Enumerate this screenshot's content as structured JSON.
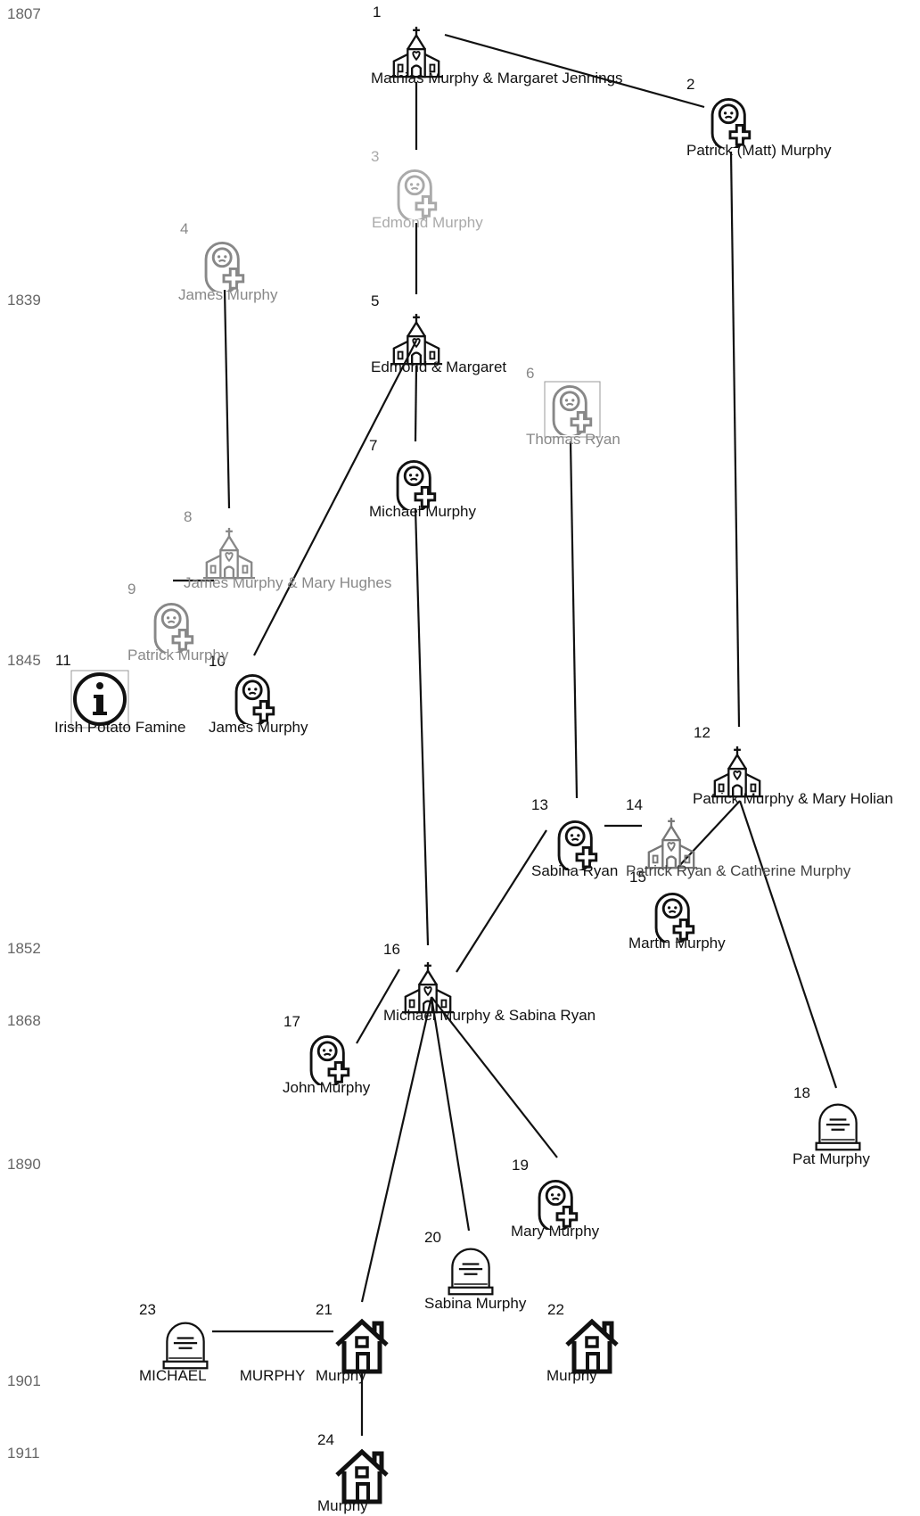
{
  "years": [
    "1807",
    "1839",
    "1845",
    "1852",
    "1868",
    "1890",
    "1901",
    "1911"
  ],
  "nodes": [
    {
      "num": "1",
      "label": "Mathias Murphy & Margaret Jennings",
      "icon": "church-icon"
    },
    {
      "num": "2",
      "label": "Patrick (Matt) Murphy",
      "icon": "baby-icon"
    },
    {
      "num": "3",
      "label": "Edmond Murphy",
      "icon": "baby-icon"
    },
    {
      "num": "4",
      "label": "James Murphy",
      "icon": "baby-icon"
    },
    {
      "num": "5",
      "label": "Edmond & Margaret",
      "icon": "church-icon"
    },
    {
      "num": "6",
      "label": "Thomas Ryan",
      "icon": "baby-icon"
    },
    {
      "num": "7",
      "label": "Michael Murphy",
      "icon": "baby-icon"
    },
    {
      "num": "8",
      "label": "James Murphy & Mary Hughes",
      "icon": "church-icon"
    },
    {
      "num": "9",
      "label": "Patrick Murphy",
      "icon": "baby-icon"
    },
    {
      "num": "10",
      "label": "James Murphy",
      "icon": "baby-icon"
    },
    {
      "num": "11",
      "label": "Irish Potato Famine",
      "icon": "info-icon"
    },
    {
      "num": "12",
      "label": "Patrick Murphy & Mary Holian",
      "icon": "church-icon"
    },
    {
      "num": "13",
      "label": "Sabina Ryan",
      "icon": "baby-icon"
    },
    {
      "num": "14",
      "label": "Patrick Ryan & Catherine Murphy",
      "icon": "church-icon"
    },
    {
      "num": "15",
      "label": "Martin Murphy",
      "icon": "baby-icon"
    },
    {
      "num": "16",
      "label": "Michael Murphy & Sabina Ryan",
      "icon": "church-icon"
    },
    {
      "num": "17",
      "label": "John Murphy",
      "icon": "baby-icon"
    },
    {
      "num": "18",
      "label": "Pat Murphy",
      "icon": "gravestone-icon"
    },
    {
      "num": "19",
      "label": "Mary Murphy",
      "icon": "baby-icon"
    },
    {
      "num": "20",
      "label": "Sabina Murphy",
      "icon": "gravestone-icon"
    },
    {
      "num": "21",
      "label": "Murphy",
      "icon": "house-icon"
    },
    {
      "num": "22",
      "label": "Murphy",
      "icon": "house-icon"
    },
    {
      "num": "23",
      "label": "MICHAEL        MURPHY",
      "icon": "gravestone-icon"
    },
    {
      "num": "24",
      "label": "Murphy",
      "icon": "house-icon"
    }
  ]
}
